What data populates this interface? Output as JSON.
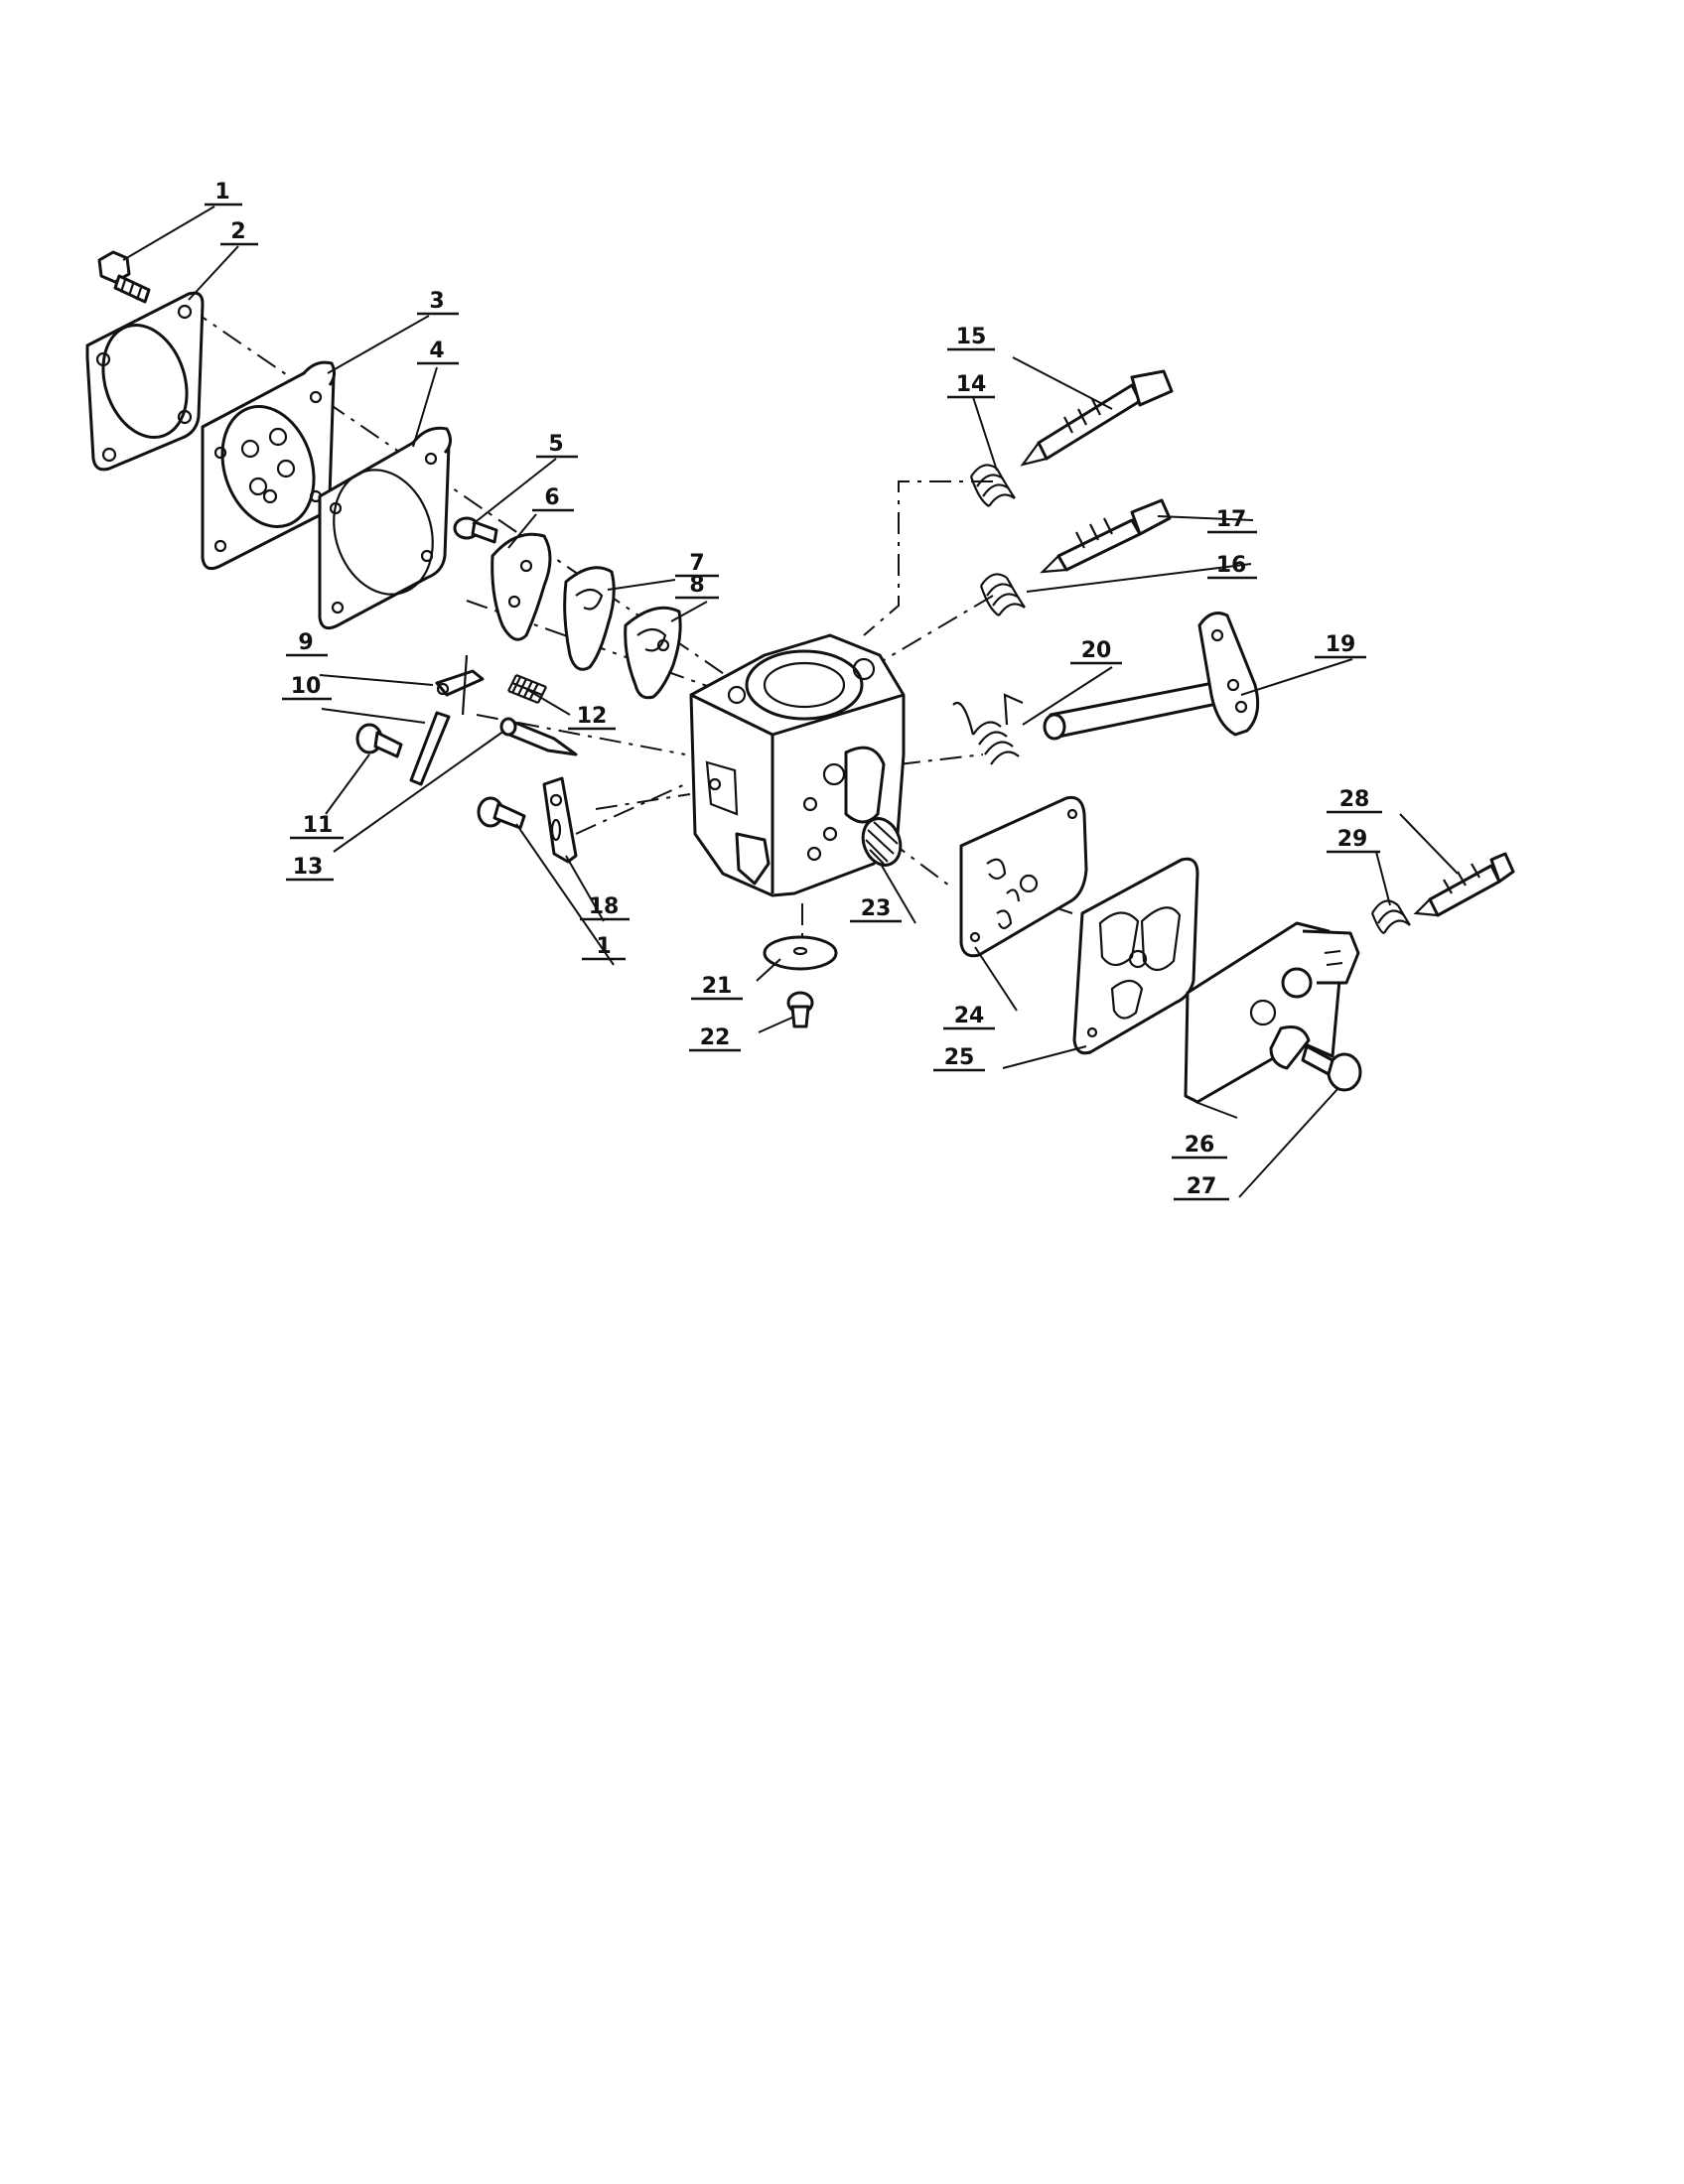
{
  "diagram": {
    "callouts": [
      {
        "id": "c1a",
        "label": "1"
      },
      {
        "id": "c2",
        "label": "2"
      },
      {
        "id": "c3",
        "label": "3"
      },
      {
        "id": "c4",
        "label": "4"
      },
      {
        "id": "c5",
        "label": "5"
      },
      {
        "id": "c6",
        "label": "6"
      },
      {
        "id": "c7",
        "label": "7"
      },
      {
        "id": "c8",
        "label": "8"
      },
      {
        "id": "c9",
        "label": "9"
      },
      {
        "id": "c10",
        "label": "10"
      },
      {
        "id": "c11",
        "label": "11"
      },
      {
        "id": "c12",
        "label": "12"
      },
      {
        "id": "c13",
        "label": "13"
      },
      {
        "id": "c14",
        "label": "14"
      },
      {
        "id": "c15",
        "label": "15"
      },
      {
        "id": "c16",
        "label": "16"
      },
      {
        "id": "c17",
        "label": "17"
      },
      {
        "id": "c18",
        "label": "18"
      },
      {
        "id": "c1b",
        "label": "1"
      },
      {
        "id": "c19",
        "label": "19"
      },
      {
        "id": "c20",
        "label": "20"
      },
      {
        "id": "c21",
        "label": "21"
      },
      {
        "id": "c22",
        "label": "22"
      },
      {
        "id": "c23",
        "label": "23"
      },
      {
        "id": "c24",
        "label": "24"
      },
      {
        "id": "c25",
        "label": "25"
      },
      {
        "id": "c26",
        "label": "26"
      },
      {
        "id": "c27",
        "label": "27"
      },
      {
        "id": "c28",
        "label": "28"
      },
      {
        "id": "c29",
        "label": "29"
      }
    ]
  }
}
